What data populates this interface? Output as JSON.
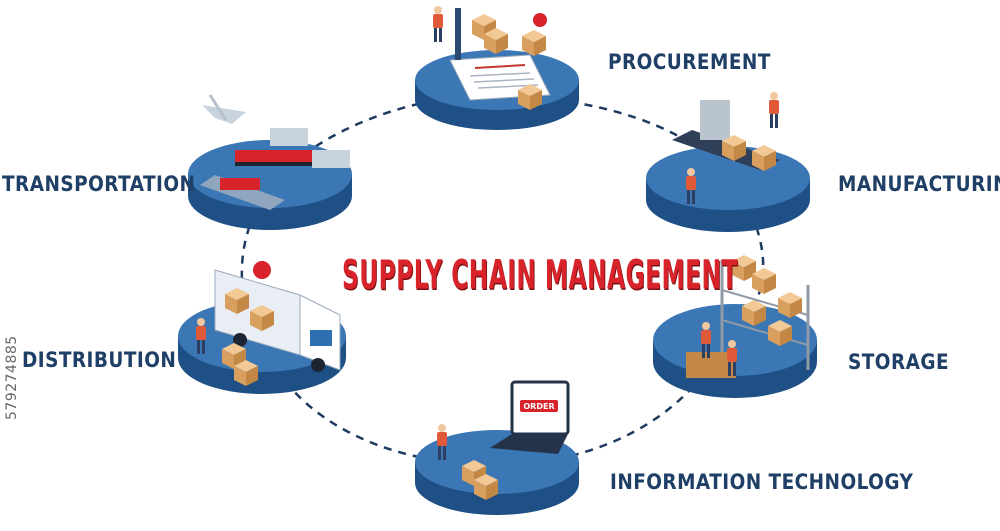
{
  "diagram": {
    "title": "SUPPLY CHAIN MANAGEMENT",
    "stages": [
      {
        "key": "procurement",
        "label": "PROCUREMENT"
      },
      {
        "key": "manufacturing",
        "label": "MANUFACTURING"
      },
      {
        "key": "storage",
        "label": "STORAGE"
      },
      {
        "key": "information-technology",
        "label": "INFORMATION TECHNOLOGY"
      },
      {
        "key": "distribution",
        "label": "DISTRIBUTION"
      },
      {
        "key": "transportation",
        "label": "TRANSPORTATION"
      }
    ],
    "illustrations": {
      "order_sign": "ORDER"
    }
  },
  "watermark": {
    "stock_id": "579274885"
  },
  "colors": {
    "platform_top": "#3b77b4",
    "platform_side": "#1e4f85",
    "label_text": "#1f3f66",
    "title_text": "#d8232a",
    "connector": "#1e3a5f",
    "box": "#e3b47a"
  }
}
